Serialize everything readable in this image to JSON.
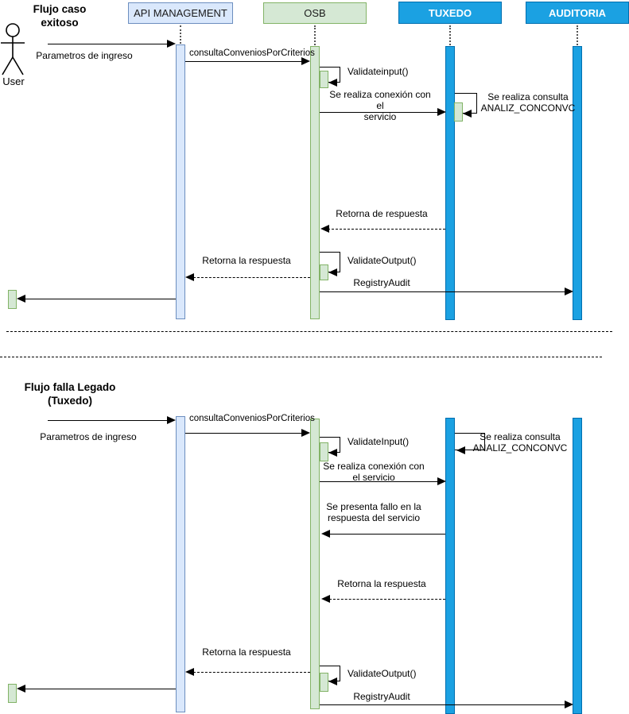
{
  "participants": {
    "api": "API MANAGEMENT",
    "osb": "OSB",
    "tuxedo": "TUXEDO",
    "auditoria": "AUDITORIA"
  },
  "actor": {
    "label": "User"
  },
  "flow1": {
    "title": "Flujo caso\nexitoso",
    "msg_params": "Parametros de ingreso",
    "msg_consulta": "consultaConveniosPorCriterios",
    "msg_validate_input": "Validateinput()",
    "msg_conexion": "Se realiza conexión con el\nservicio",
    "msg_consulta_analiz": "Se realiza consulta\nANALIZ_CONCONVC",
    "msg_retorna_respuesta": "Retorna de respuesta",
    "msg_validate_output": "ValidateOutput()",
    "msg_retorna_la_respuesta": "Retorna la respuesta",
    "msg_registry_audit": "RegistryAudit"
  },
  "flow2": {
    "title": "Flujo falla Legado\n(Tuxedo)",
    "msg_params": "Parametros de ingreso",
    "msg_consulta": "consultaConveniosPorCriterios",
    "msg_validate_input": "ValidateInput()",
    "msg_consulta_analiz": "Se realiza consulta\nANALIZ_CONCONVC",
    "msg_conexion": "Se realiza conexión con\nel servicio",
    "msg_fallo": "Se presenta fallo en la\nrespuesta del servicio",
    "msg_retorna_tuxedo": "Retorna la respuesta",
    "msg_retorna_api": "Retorna la respuesta",
    "msg_validate_output": "ValidateOutput()",
    "msg_registry_audit": "RegistryAudit"
  },
  "colors": {
    "participant_blue_fill": "#dae8fc",
    "participant_blue_border": "#6c8ebf",
    "activation_green_fill": "#d5e8d4",
    "activation_green_border": "#82b366",
    "system_blue_fill": "#1ba1e2",
    "system_blue_border": "#006eaf",
    "line_color": "#000000"
  }
}
